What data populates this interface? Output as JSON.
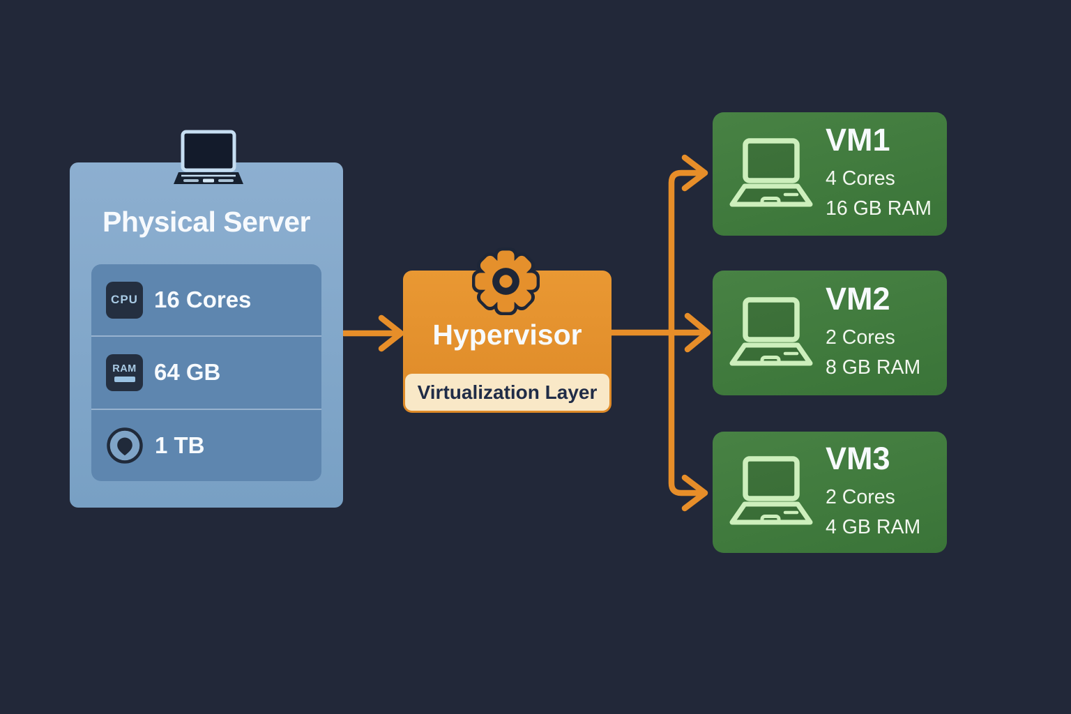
{
  "colors": {
    "background": "#222839",
    "server_box": "#7FA3C6",
    "server_panel": "#5E86AF",
    "accent_orange": "#E5902C",
    "arrow_orange": "#E78E29",
    "cream": "#F9E8C7",
    "vm_green": "#417C3D",
    "vm_icon_green": "#CDEFBC",
    "dark_navy": "#1E2637",
    "badge_text_blue": "#A9CBE5",
    "text_white": "#F7FAFD"
  },
  "physical_server": {
    "title": "Physical Server",
    "specs": [
      {
        "icon": "cpu-chip-badge",
        "badge": "CPU",
        "value": "16 Cores"
      },
      {
        "icon": "ram-memory-badge",
        "badge": "RAM",
        "value": "64 GB"
      },
      {
        "icon": "storage-disk-icon",
        "badge": "",
        "value": "1 TB"
      }
    ]
  },
  "hypervisor": {
    "title": "Hypervisor",
    "subtitle": "Virtualization Layer"
  },
  "vms": [
    {
      "name": "VM1",
      "cores": "4 Cores",
      "ram": "16 GB RAM"
    },
    {
      "name": "VM2",
      "cores": "2 Cores",
      "ram": "8 GB RAM"
    },
    {
      "name": "VM3",
      "cores": "2 Cores",
      "ram": "4 GB RAM"
    }
  ]
}
